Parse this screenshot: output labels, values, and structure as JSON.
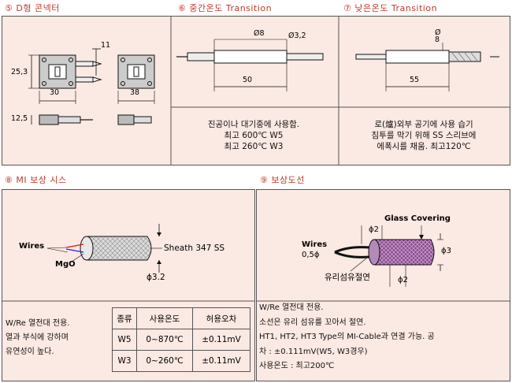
{
  "sections": {
    "s5": {
      "num": "⑤",
      "title": "D형 콘넥터"
    },
    "s6": {
      "num": "⑥",
      "title": "중간온도 Transition"
    },
    "s7": {
      "num": "⑦",
      "title": "낮은온도 Transition"
    },
    "s8": {
      "num": "⑧",
      "title": "MI 보상 시스"
    },
    "s9": {
      "num": "⑨",
      "title": "보상도선"
    }
  },
  "connector": {
    "d1": "11",
    "d2": "25,3",
    "d3": "30",
    "d4": "38",
    "d5": "12,5"
  },
  "mid_transition": {
    "d_large": "Ø8",
    "d_small": "Ø3,2",
    "length": "50",
    "caption": [
      "진공이나 대기중에 사용함.",
      "최고 600℃ W5",
      "최고 260℃ W3"
    ]
  },
  "low_transition": {
    "d_large": "Ø 8",
    "length": "55",
    "caption": [
      "로(爐)외부 공기에 사용 습기",
      "침투를 막기 위해 SS 스리브에",
      "에폭시를 채움. 최고120℃"
    ]
  },
  "mi_sheath": {
    "wires": "Wires",
    "mgo": "MgO",
    "sheath": "Sheath 347 SS",
    "dia": "ϕ3.2",
    "note": [
      "W/Re 열전대 전용.",
      "열과 부식에 강하며",
      "유연성이 높다."
    ],
    "table": {
      "headers": [
        "종류",
        "사용온도",
        "허용오차"
      ],
      "rows": [
        [
          "W5",
          "0~870℃",
          "±0.11mV"
        ],
        [
          "W3",
          "0~260℃",
          "±0.11mV"
        ]
      ]
    }
  },
  "comp_wire": {
    "glass": "Glass Covering",
    "wires": "Wires",
    "wires_dia": "0,5ϕ",
    "d_top": "ϕ2",
    "d_side": "ϕ3",
    "d_bottom": "ϕ2",
    "insul": "유리섬유절연",
    "note": [
      "W/Re 열전대 전용.",
      "소선은 유리 섬유를 꼬아서 절연.",
      "HT1, HT2, HT3 Type의 MI-Cable과 연결 가능.  공",
      "차 : ±0.111mV(W5, W3경우)",
      "사용온도 : 최고200℃"
    ]
  }
}
